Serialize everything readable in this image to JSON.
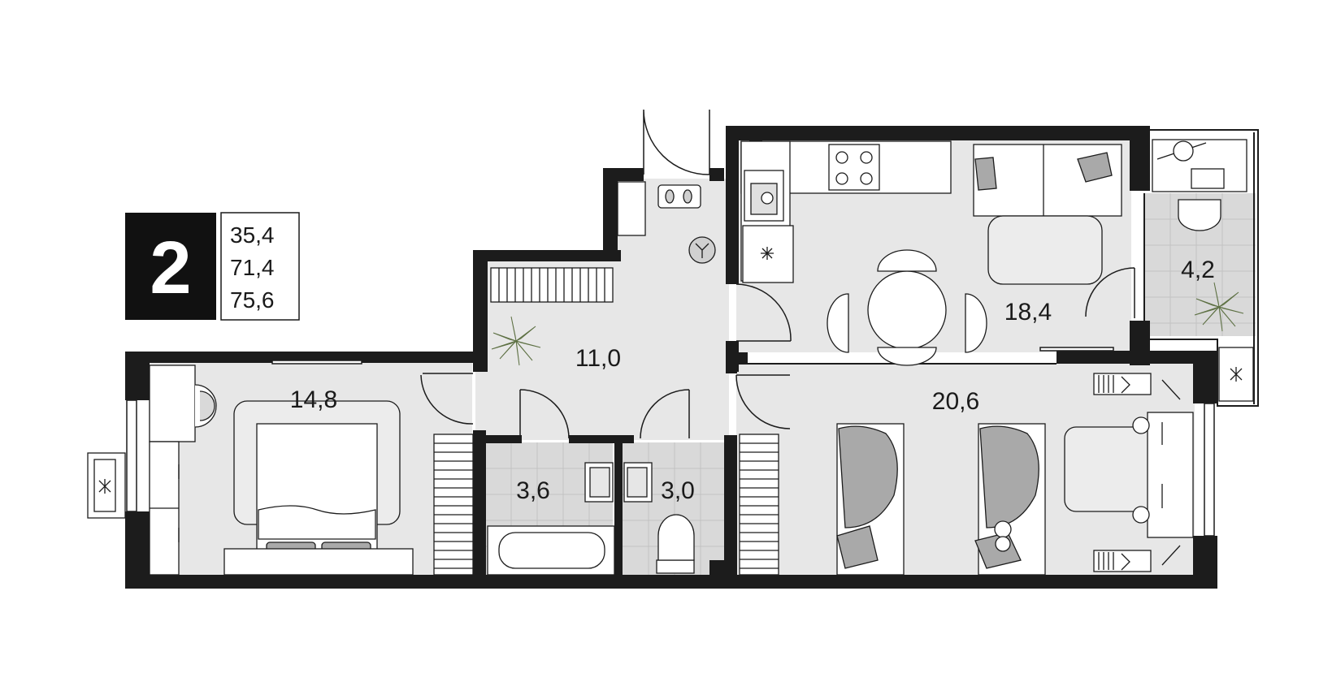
{
  "summary": {
    "rooms": "2",
    "living_area": "35,4",
    "total_area": "71,4",
    "total_area_with_balcony": "75,6"
  },
  "room_areas": {
    "entrance_hall": "11,0",
    "kitchen_living": "18,4",
    "balcony": "4,2",
    "bedroom": "14,8",
    "children_room": "20,6",
    "bathroom": "3,6",
    "toilet": "3,0"
  },
  "colors": {
    "wall": "#1c1c1c",
    "floor": "#e7e7e7",
    "tile": "#d9d9d9",
    "furniture": "#ffffff",
    "textile": "#a9a9a9",
    "plant": "#8a9e6b",
    "badge": "#111111"
  }
}
